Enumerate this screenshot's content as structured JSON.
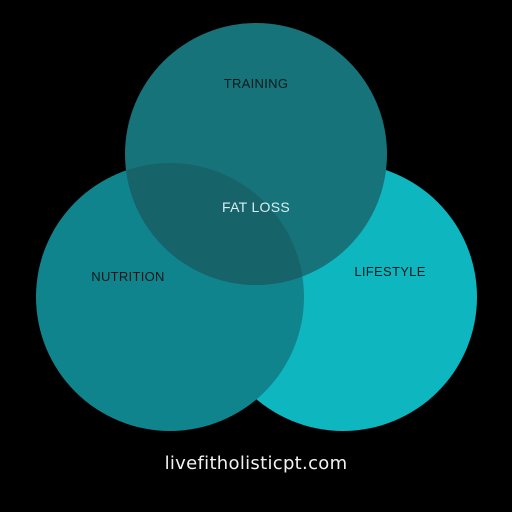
{
  "diagram": {
    "type": "venn",
    "circles": [
      {
        "id": "nutrition",
        "label": "NUTRITION",
        "color": "#10848c"
      },
      {
        "id": "lifestyle",
        "label": "LIFESTYLE",
        "color": "#0eb7bf"
      },
      {
        "id": "training",
        "label": "TRAINING",
        "color": "#16737a"
      }
    ],
    "center_label": "FAT LOSS",
    "overlap_color": "#17636a"
  },
  "footer": {
    "website": "livefitholisticpt.com"
  },
  "colors": {
    "background": "#000000",
    "circle_label_text": "#0a1a1c",
    "center_label_text": "#d9eef0",
    "footer_text": "#f2f2f2"
  }
}
